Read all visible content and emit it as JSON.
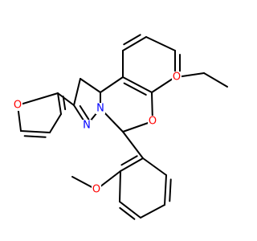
{
  "structure": {
    "atom_colors": {
      "O": "#ff0000",
      "N": "#0000ff"
    },
    "atom_labels": {
      "ethoxy_o": "O",
      "ring_o": "O",
      "furan_o": "O",
      "methoxy_o": "O",
      "n1": "N",
      "n2": "N"
    }
  }
}
